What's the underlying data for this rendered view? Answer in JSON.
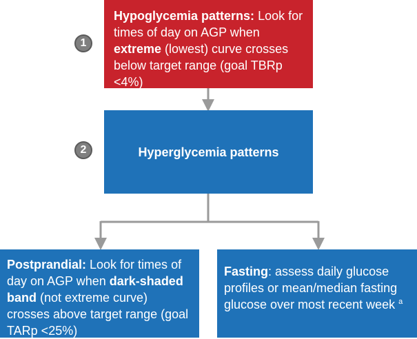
{
  "steps": [
    {
      "number": "1"
    },
    {
      "number": "2"
    }
  ],
  "hypoglycemia_box": {
    "heading": "Hypoglycemia patterns:",
    "text_1": " Look for times of day on AGP when ",
    "emphasis": "extreme",
    "text_2": " (lowest) curve crosses below target range (goal TBRp <4%)"
  },
  "hyperglycemia_box": {
    "heading": "Hyperglycemia patterns"
  },
  "postprandial_box": {
    "heading": "Postprandial:",
    "text_1": " Look for times of day on AGP when ",
    "emphasis": "dark-shaded band",
    "text_2": " (not extreme curve) crosses above target range (goal TARp <25%)"
  },
  "fasting_box": {
    "heading": "Fasting",
    "text_1": ": assess daily glucose profiles or mean/median fasting glucose over most recent week ",
    "superscript": "a"
  },
  "colors": {
    "red_box": "#c8232c",
    "blue_box": "#1f72b8",
    "connector": "#9a9a9a"
  }
}
